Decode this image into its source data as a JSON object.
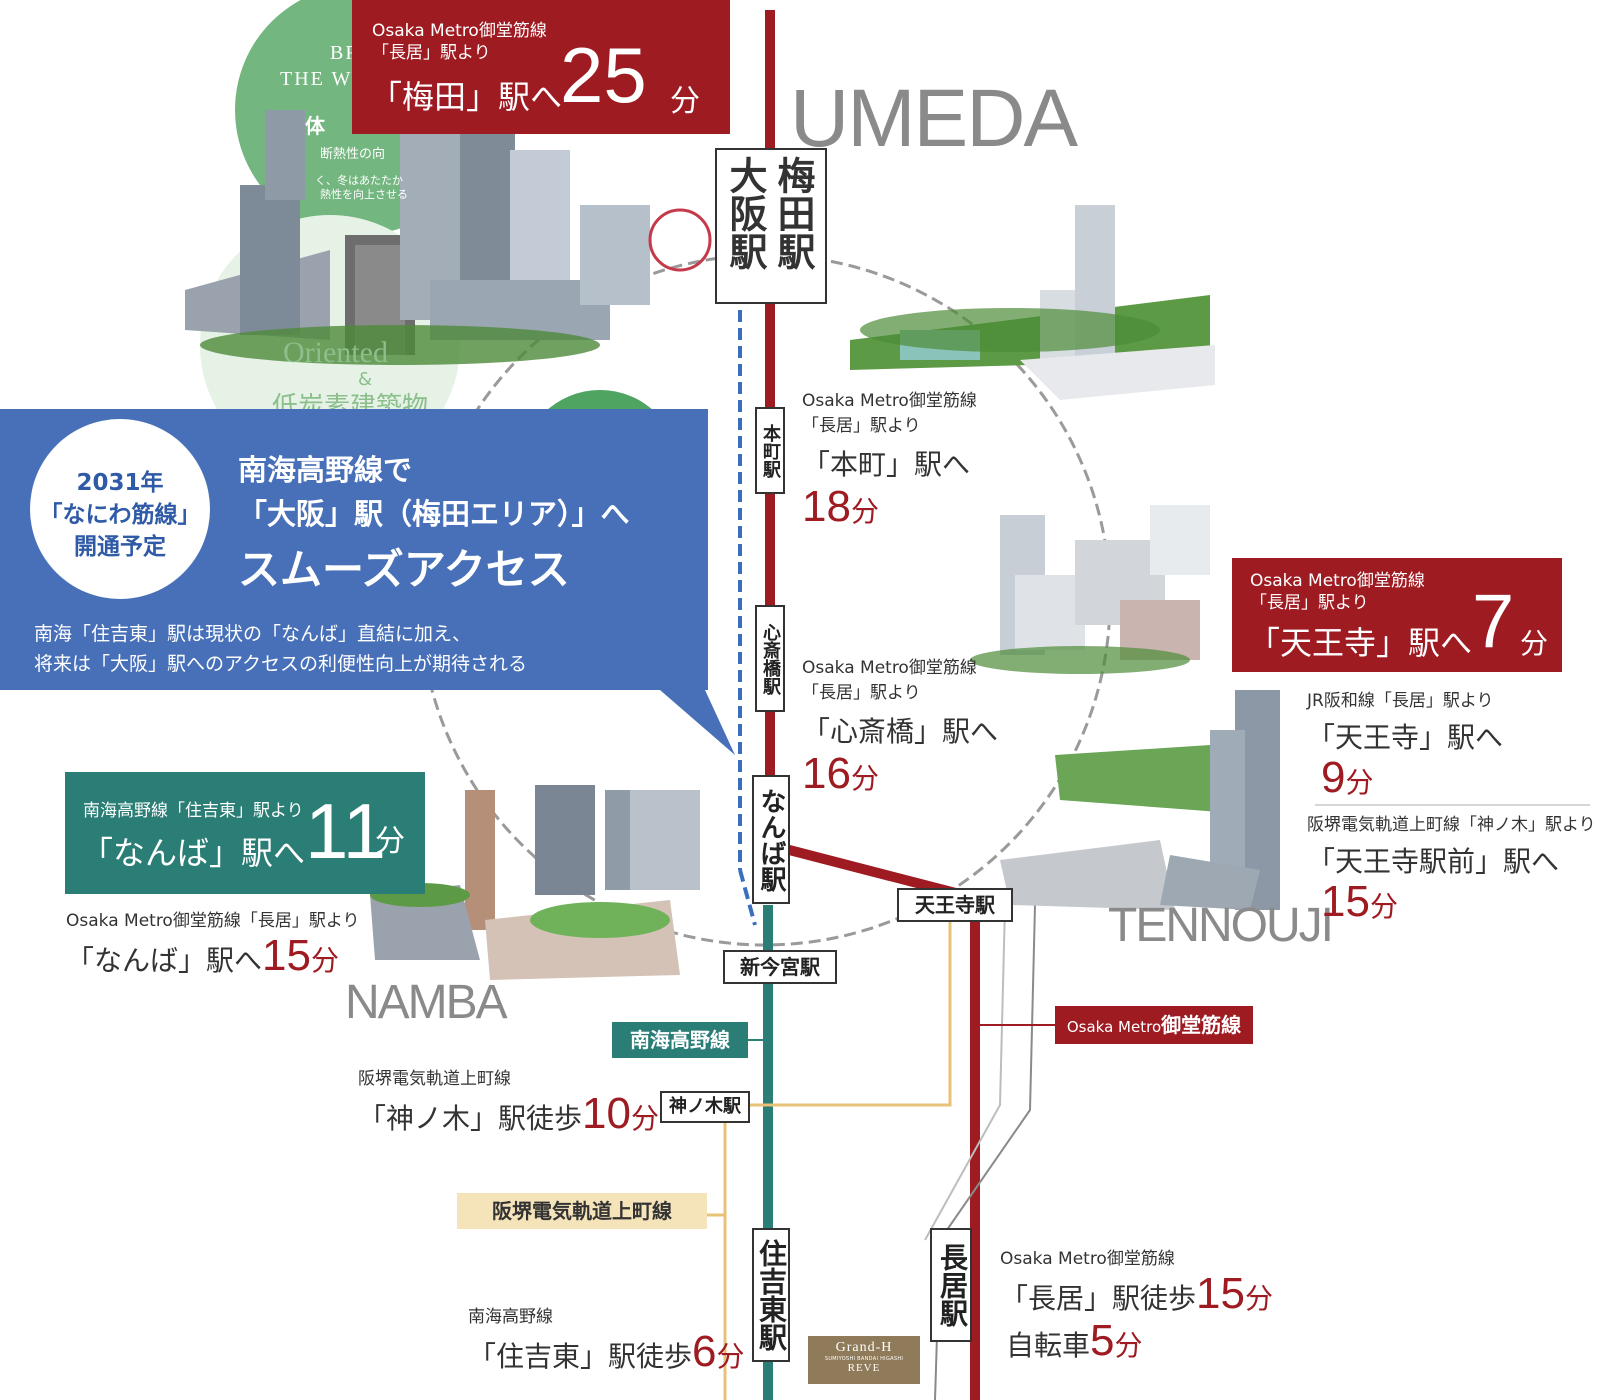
{
  "umeda_box": {
    "line": "Osaka Metro御堂筋線",
    "from": "「長居」駅より",
    "dest": "「梅田」駅へ",
    "time": "25",
    "unit": "分"
  },
  "bg_text": {
    "title1": "BR",
    "title2": "THE W",
    "line1": "体",
    "line2": "断熱性の向",
    "line3": "く、冬はあたたか",
    "line4": "熱性を向上させる",
    "line5": "Oriented",
    "line6": "&",
    "line7": "低炭素建築物"
  },
  "areas": {
    "umeda": "UMEDA",
    "namba": "NAMBA",
    "tennouji": "TENNOUJI"
  },
  "stations": {
    "umeda_col1": "梅田駅",
    "umeda_col2": "大阪駅",
    "honmachi": "本町駅",
    "shinsaibashi": "心斎橋駅",
    "namba": "なんば駅",
    "tennoji": "天王寺駅",
    "shinimamiya": "新今宮駅",
    "kaminoki": "神ノ木駅",
    "sumiyoshihigashi": "住吉東駅",
    "nagai": "長居駅"
  },
  "lines": {
    "nankai": "南海高野線",
    "hankai": "阪堺電気軌道上町線",
    "midosuji_prefix": "Osaka Metro",
    "midosuji_suffix": "御堂筋線"
  },
  "blue_callout": {
    "circle1": "2031年",
    "circle2": "「なにわ筋線」",
    "circle3": "開通予定",
    "head1": "南海高野線で",
    "head2": "「大阪」駅（梅田エリア）」へ",
    "head3": "スムーズアクセス",
    "body1": "南海「住吉東」駅は現状の「なんば」直結に加え、",
    "body2": "将来は「大阪」駅へのアクセスの利便性向上が期待される"
  },
  "honmachi_info": {
    "line": "Osaka Metro御堂筋線",
    "from": "「長居」駅より",
    "dest": "「本町」駅へ",
    "time": "18",
    "unit": "分"
  },
  "shinsaibashi_info": {
    "line": "Osaka Metro御堂筋線",
    "from": "「長居」駅より",
    "dest": "「心斎橋」駅へ",
    "time": "16",
    "unit": "分"
  },
  "tennoji_box": {
    "line": "Osaka Metro御堂筋線",
    "from": "「長居」駅より",
    "dest": "「天王寺」駅へ",
    "time": "7",
    "unit": "分"
  },
  "tennoji_jr": {
    "line": "JR阪和線「長居」駅より",
    "dest": "「天王寺」駅へ",
    "time": "9",
    "unit": "分"
  },
  "tennoji_hankai": {
    "line": "阪堺電気軌道上町線「神ノ木」駅より",
    "dest": "「天王寺駅前」駅へ",
    "time": "15",
    "unit": "分"
  },
  "namba_box": {
    "line": "南海高野線「住吉東」駅より",
    "dest": "「なんば」駅へ",
    "time": "11",
    "unit": "分"
  },
  "namba_metro": {
    "line": "Osaka Metro御堂筋線「長居」駅より",
    "dest": "「なんば」駅へ",
    "time": "15",
    "unit": "分"
  },
  "kaminoki_walk": {
    "line": "阪堺電気軌道上町線",
    "dest": "「神ノ木」駅徒歩",
    "time": "10",
    "unit": "分"
  },
  "sumiyoshi_walk": {
    "line": "南海高野線",
    "dest": "「住吉東」駅徒歩",
    "time": "6",
    "unit": "分"
  },
  "nagai_walk": {
    "line": "Osaka Metro御堂筋線",
    "dest": "「長居」駅徒歩",
    "time": "15",
    "unit": "分",
    "bike": "自転車",
    "bike_time": "5",
    "bike_unit": "分"
  },
  "logo": {
    "name": "Grand-H",
    "sub": "SUMIYOSHI BANDAI HIGASHI",
    "sub2": "REVE"
  },
  "colors": {
    "metro_red": "#9e1b22",
    "nankai_teal": "#2a7e76",
    "hankai_gold": "#e8c277",
    "callout_blue": "#4770b8",
    "nankai_future_blue": "#3a6fbf"
  }
}
